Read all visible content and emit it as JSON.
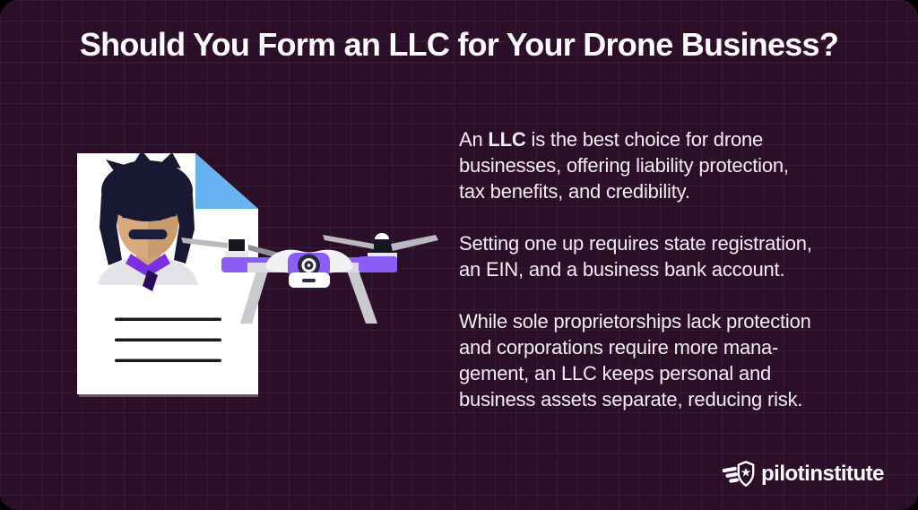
{
  "title": "Should You Form an LLC for Your Drone Business?",
  "body": {
    "p1_prefix": "An ",
    "p1_bold": "LLC",
    "p1_rest": " is the best choice for drone\nbusinesses, offering liability protection,\ntax benefits, and credibility.",
    "p2": "Setting one up requires state registration,\nan EIN, and a business bank account.",
    "p3": "While sole proprietorships lack protection\nand corporations require more mana-\ngement, an LLC keeps personal and\nbusiness assets separate, reducing risk."
  },
  "logo": {
    "text": "pilotinstitute",
    "icon": "winged-shield-star-icon"
  },
  "illustration": {
    "items": [
      "profile-document-illustration",
      "quadcopter-drone-illustration"
    ]
  },
  "colors": {
    "background": "#2b0f28",
    "grid_line": "rgba(216,180,220,0.07)",
    "accent_purple": "#8b5cf6",
    "fold_blue": "#68b2f1",
    "title_text": "#ffffff",
    "body_text": "#f2edf2",
    "page_white": "#ffffff"
  }
}
